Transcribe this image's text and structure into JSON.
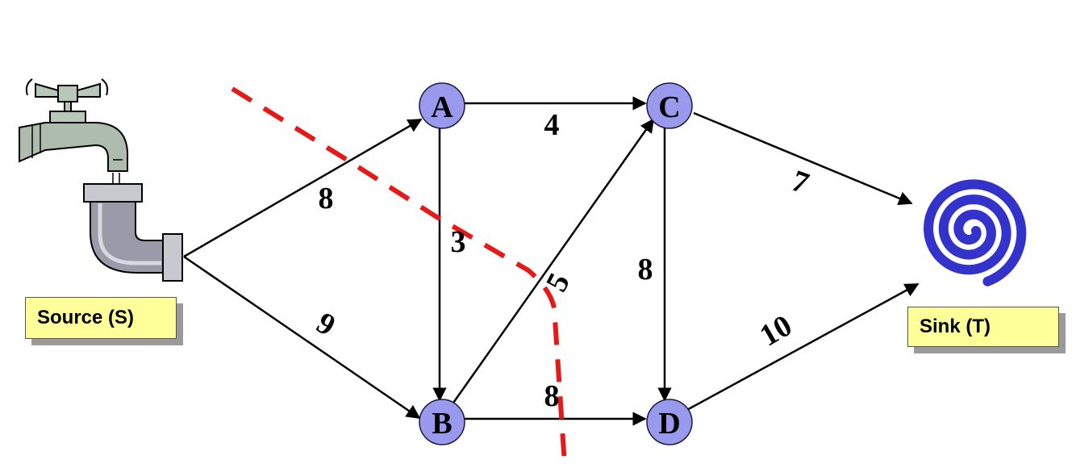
{
  "source_label": "Source (S)",
  "sink_label": "Sink (T)",
  "icons": {
    "source": "faucet-pipe-icon",
    "sink": "spiral-drain-icon"
  },
  "colors": {
    "node_fill": "#9999ee",
    "cut": "#e61919",
    "label_box": "#ffff99",
    "sink_spiral": "#3333cc"
  },
  "nodes": [
    {
      "id": "A",
      "label": "A"
    },
    {
      "id": "B",
      "label": "B"
    },
    {
      "id": "C",
      "label": "C"
    },
    {
      "id": "D",
      "label": "D"
    }
  ],
  "edges": [
    {
      "from": "S",
      "to": "A",
      "capacity": "8"
    },
    {
      "from": "S",
      "to": "B",
      "capacity": "9"
    },
    {
      "from": "A",
      "to": "C",
      "capacity": "4"
    },
    {
      "from": "A",
      "to": "B",
      "capacity": "3"
    },
    {
      "from": "B",
      "to": "C",
      "capacity": "5"
    },
    {
      "from": "B",
      "to": "D",
      "capacity": "8"
    },
    {
      "from": "C",
      "to": "D",
      "capacity": "8"
    },
    {
      "from": "C",
      "to": "T",
      "capacity": "7"
    },
    {
      "from": "D",
      "to": "T",
      "capacity": "10"
    }
  ]
}
